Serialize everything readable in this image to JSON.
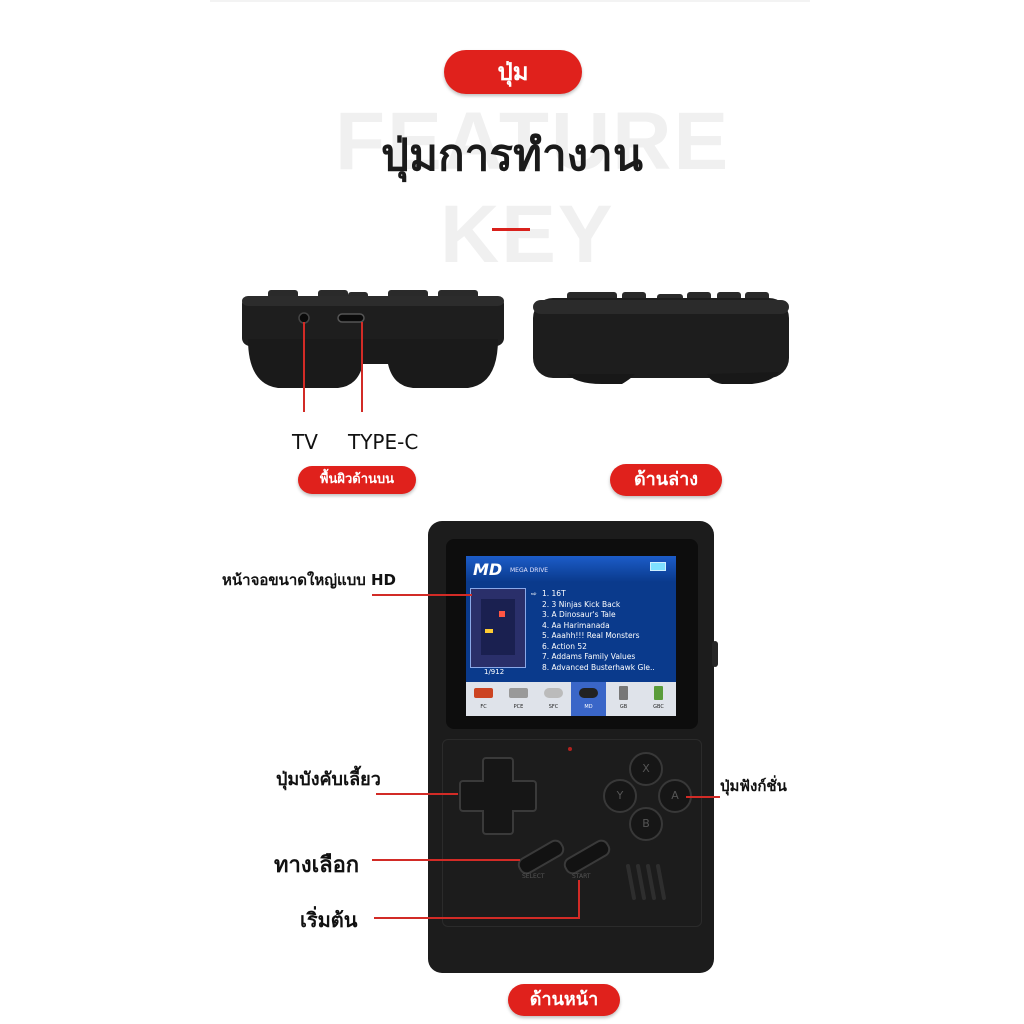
{
  "header": {
    "badge": "ปุ่ม",
    "bg_word_1": "FEATURE",
    "bg_word_2": "KEY",
    "title": "ปุ่มการทำงาน"
  },
  "top_view": {
    "port_tv": "TV",
    "port_typec": "TYPE-C",
    "label": "พื้นผิวด้านบน"
  },
  "bottom_view": {
    "label": "ด้านล่าง"
  },
  "front_view": {
    "label": "ด้านหน้า",
    "callouts": {
      "screen": "หน้าจอขนาดใหญ่แบบ HD",
      "dpad": "ปุ่มบังคับเลี้ยว",
      "function_keys": "ปุ่มฟังก์ชั่น",
      "select": "ทางเลือก",
      "start": "เริ่มต้น"
    },
    "button_letters": {
      "x": "X",
      "y": "Y",
      "a": "A",
      "b": "B"
    },
    "select_text": "SELECT",
    "start_text": "START"
  },
  "screen": {
    "logo": "MD",
    "subtitle": "MEGA DRIVE",
    "counter": "1/912",
    "games": [
      "1. 16T",
      "2. 3 Ninjas Kick Back",
      "3. A Dinosaur's Tale",
      "4. Aa Harimanada",
      "5. Aaahh!!! Real Monsters",
      "6. Action 52",
      "7. Addams Family Values",
      "8. Advanced Busterhawk Gle.."
    ],
    "tabs": [
      "FC",
      "PCE",
      "SFC",
      "MD",
      "GB",
      "GBC"
    ],
    "active_tab": "MD"
  },
  "colors": {
    "accent_red": "#e0211c",
    "device_black": "#1c1c1c"
  }
}
